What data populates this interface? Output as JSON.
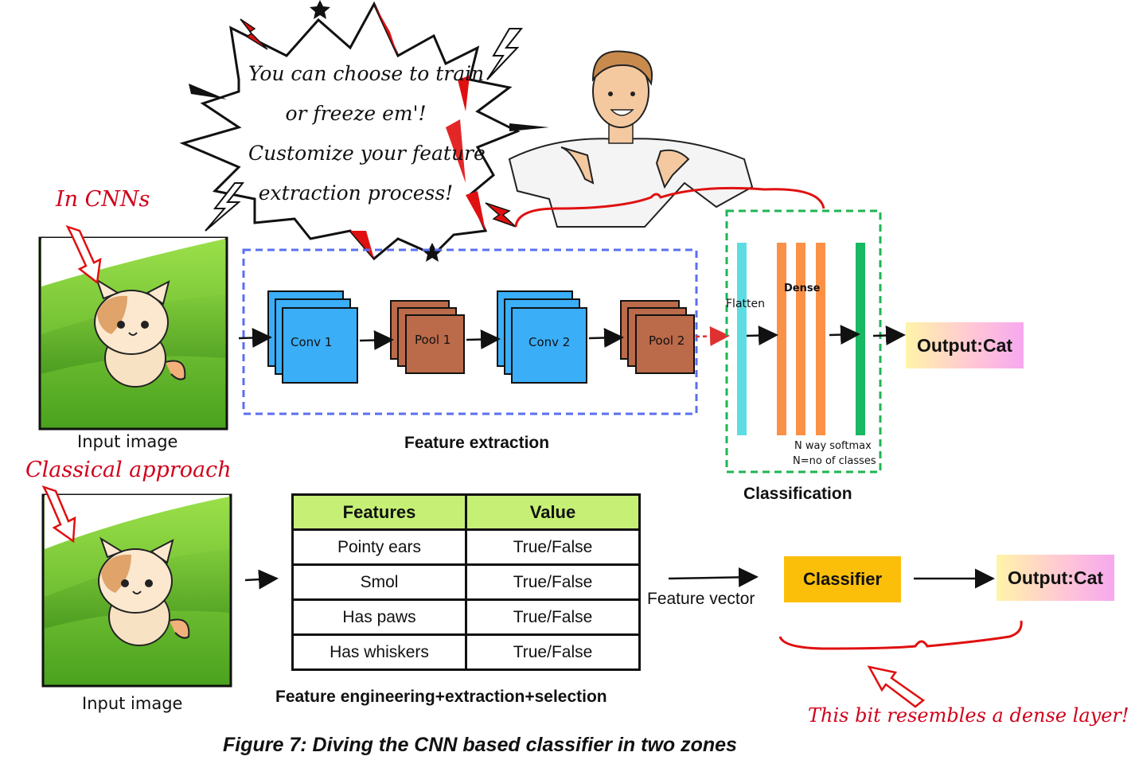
{
  "speech_bubble": {
    "line1": "You can choose to train",
    "line2": "or freeze em'!",
    "line3": "Customize your feature",
    "line4": "extraction process!"
  },
  "annotations": {
    "in_cnns": "In CNNs",
    "classical": "Classical approach",
    "dense_note": "This bit resembles a dense layer!"
  },
  "cnn": {
    "input_label": "Input image",
    "conv1": "Conv 1",
    "pool1": "Pool 1",
    "conv2": "Conv 2",
    "pool2": "Pool 2",
    "feature_extraction": "Feature extraction",
    "flatten": "Flatten",
    "dense": "Dense",
    "softmax_line1": "N way softmax",
    "softmax_line2": "N=no of classes",
    "classification": "Classification",
    "output": "Output:Cat"
  },
  "classical": {
    "input_label": "Input image",
    "table": {
      "headers": [
        "Features",
        "Value"
      ],
      "rows": [
        [
          "Pointy ears",
          "True/False"
        ],
        [
          "Smol",
          "True/False"
        ],
        [
          "Has paws",
          "True/False"
        ],
        [
          "Has whiskers",
          "True/False"
        ]
      ]
    },
    "table_caption": "Feature engineering+extraction+selection",
    "feature_vector": "Feature vector",
    "classifier": "Classifier",
    "output": "Output:Cat"
  },
  "figure_caption": "Figure 7: Diving the CNN based classifier in two zones",
  "colors": {
    "conv": "#3aaef7",
    "pool": "#bb6a4a",
    "flatten": "#5ddde3",
    "dense": "#fb9146",
    "softmax": "#19b862",
    "extraction_border": "#5b6ff0",
    "classification_border": "#1fb552",
    "annotation_red": "#d0021b",
    "classifier": "#fbbf0a",
    "table_header": "#c5f075"
  }
}
